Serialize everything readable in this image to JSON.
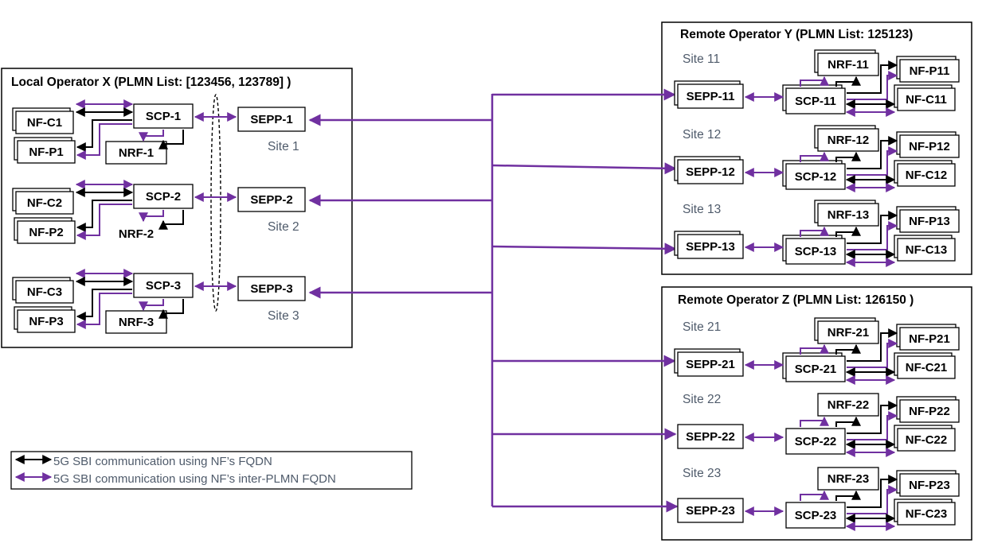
{
  "operators": {
    "local": {
      "title": "Local Operator X (PLMN List: [123456, 123789] )"
    },
    "remote_y": {
      "title": "Remote Operator Y (PLMN List: 125123)"
    },
    "remote_z": {
      "title": "Remote Operator Z (PLMN List: 126150 )"
    }
  },
  "local_sites": [
    {
      "site": "Site 1",
      "sepp": "SEPP-1",
      "scp": "SCP-1",
      "nrf": "NRF-1",
      "nfc": "NF-C1",
      "nfp": "NF-P1",
      "nrf_boxed": true
    },
    {
      "site": "Site 2",
      "sepp": "SEPP-2",
      "scp": "SCP-2",
      "nrf": "NRF-2",
      "nfc": "NF-C2",
      "nfp": "NF-P2",
      "nrf_boxed": false
    },
    {
      "site": "Site 3",
      "sepp": "SEPP-3",
      "scp": "SCP-3",
      "nrf": "NRF-3",
      "nfc": "NF-C3",
      "nfp": "NF-P3",
      "nrf_boxed": true
    }
  ],
  "remote_sites": [
    {
      "site": "Site 11",
      "sepp": "SEPP-11",
      "scp": "SCP-11",
      "nrf": "NRF-11",
      "nfp": "NF-P11",
      "nfc": "NF-C11",
      "stacked": true
    },
    {
      "site": "Site 12",
      "sepp": "SEPP-12",
      "scp": "SCP-12",
      "nrf": "NRF-12",
      "nfp": "NF-P12",
      "nfc": "NF-C12",
      "stacked": true
    },
    {
      "site": "Site 13",
      "sepp": "SEPP-13",
      "scp": "SCP-13",
      "nrf": "NRF-13",
      "nfp": "NF-P13",
      "nfc": "NF-C13",
      "stacked": true
    },
    {
      "site": "Site 21",
      "sepp": "SEPP-21",
      "scp": "SCP-21",
      "nrf": "NRF-21",
      "nfp": "NF-P21",
      "nfc": "NF-C21",
      "stacked": true
    },
    {
      "site": "Site 22",
      "sepp": "SEPP-22",
      "scp": "SCP-22",
      "nrf": "NRF-22",
      "nfp": "NF-P22",
      "nfc": "NF-C22",
      "stacked": false
    },
    {
      "site": "Site 23",
      "sepp": "SEPP-23",
      "scp": "SCP-23",
      "nrf": "NRF-23",
      "nfp": "NF-P23",
      "nfc": "NF-C23",
      "stacked": false
    }
  ],
  "legend": {
    "fqdn": "5G SBI communication using NF’s FQDN",
    "inter_plmn": "5G SBI communication using NF’s inter-PLMN FQDN"
  },
  "colors": {
    "intra": "#000000",
    "inter_plmn": "#7030a0",
    "site_text": "#4f5b6b",
    "frame": "#000000"
  }
}
